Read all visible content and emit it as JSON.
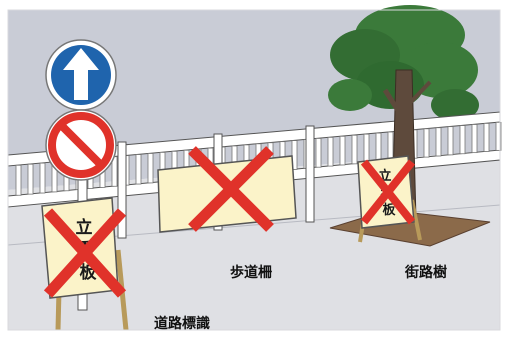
{
  "illustration": {
    "labels": {
      "road_sign": "道路標識",
      "fence": "歩道柵",
      "street_tree": "街路樹"
    },
    "board_text": {
      "left": [
        "立",
        "看",
        "板"
      ],
      "right": [
        "立",
        "看",
        "板"
      ]
    },
    "colors": {
      "sky": "#c9ccd6",
      "ground": "#dfe0e4",
      "fence": "#ffffff",
      "board": "#fbf3c9",
      "sign_blue": "#1f64ad",
      "sign_red": "#e0322a",
      "cross": "#e0322a",
      "tree_leaves": "#3b7a3a",
      "tree_trunk": "#5e4a3c",
      "tree_pit": "#8b6a4a"
    },
    "icons": [
      "up-arrow-icon",
      "no-entry-icon",
      "cross-mark-icon"
    ]
  }
}
